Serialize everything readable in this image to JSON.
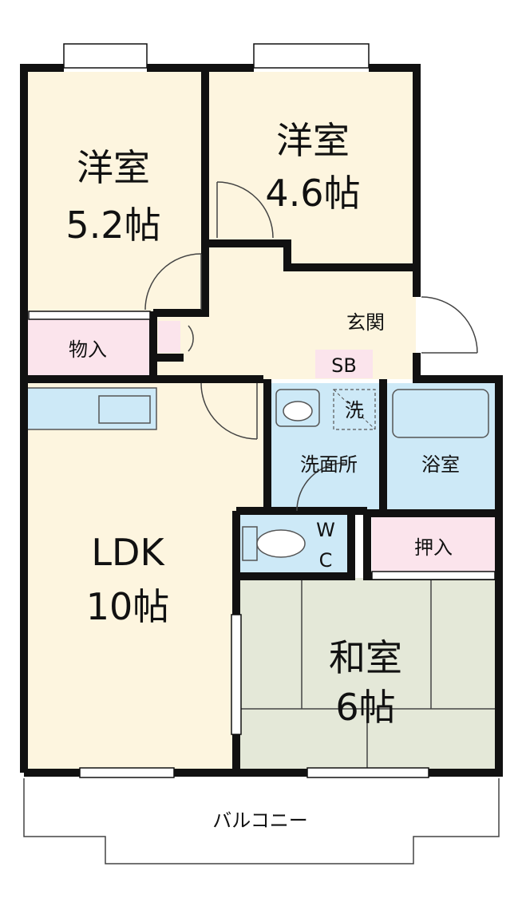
{
  "rooms": {
    "western_a": {
      "name": "洋室",
      "size": "5.2帖"
    },
    "western_b": {
      "name": "洋室",
      "size": "4.6帖"
    },
    "storage": "物入",
    "entrance": "玄関",
    "shoe_box": "SB",
    "ldk": {
      "name": "LDK",
      "size": "10帖"
    },
    "washroom": "洗面所",
    "washer": "洗",
    "bath": "浴室",
    "wc": [
      "W",
      "C"
    ],
    "closet": "押入",
    "japanese": {
      "name": "和室",
      "size": "6帖"
    },
    "balcony": "バルコニー"
  },
  "colors": {
    "room_floor": "#fdf5df",
    "wet_area": "#cde9f7",
    "storage": "#fbe4ec",
    "tatami": "#e4e8d8",
    "wall": "#111111"
  }
}
